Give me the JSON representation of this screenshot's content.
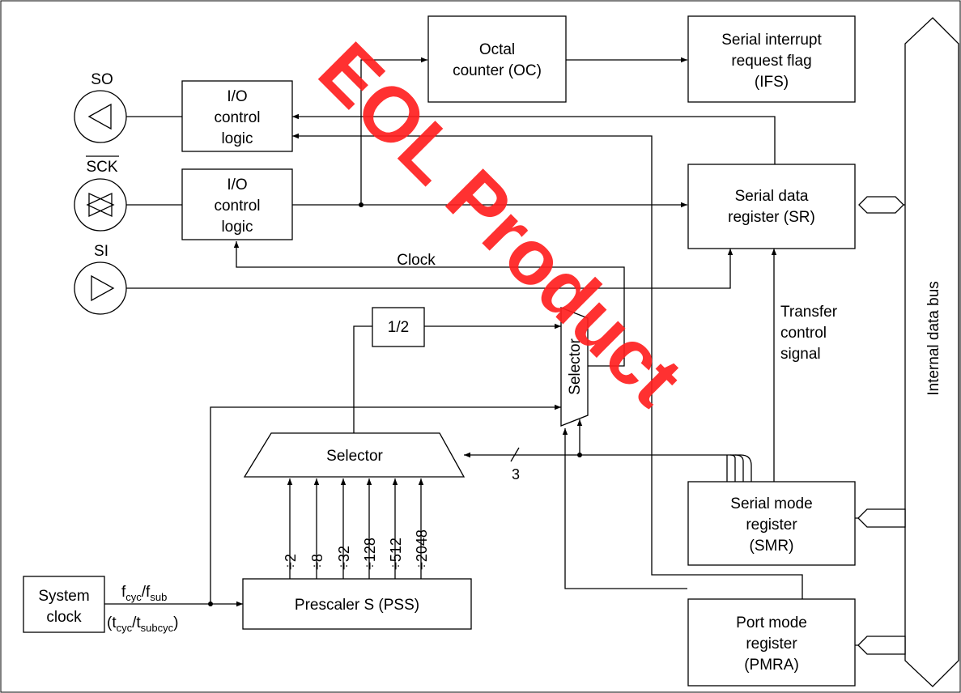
{
  "blocks": {
    "octal_counter": [
      "Octal",
      "counter (OC)"
    ],
    "interrupt_flag": [
      "Serial interrupt",
      "request flag",
      "(IFS)"
    ],
    "io_logic_top": [
      "I/O",
      "control",
      "logic"
    ],
    "io_logic_bottom": [
      "I/O",
      "control",
      "logic"
    ],
    "serial_data_register": [
      "Serial data",
      "register (SR)"
    ],
    "serial_mode_register": [
      "Serial mode",
      "register",
      "(SMR)"
    ],
    "port_mode_register": [
      "Port mode",
      "register",
      "(PMRA)"
    ],
    "system_clock": [
      "System",
      "clock"
    ],
    "prescaler": "Prescaler S (PSS)",
    "divider_half": "1/2",
    "selector_main": "Selector",
    "selector_vertical": "Selector"
  },
  "pins": {
    "so": "SO",
    "sck": "SCK",
    "si": "SI"
  },
  "signals": {
    "clock": "Clock",
    "transfer_control": [
      "Transfer",
      "control",
      "signal"
    ],
    "bus_width": "3",
    "internal_bus": "Internal data bus"
  },
  "divisions": [
    "÷2",
    "÷8",
    "÷32",
    "÷128",
    "÷512",
    "÷2048"
  ],
  "clock_labels": {
    "freq": {
      "base": "f",
      "sub1": "cyc",
      "sep": "/f",
      "sub2": "sub"
    },
    "period": {
      "open": "(t",
      "sub1": "cyc",
      "sep": "/t",
      "sub2": "subcyc",
      "close": ")"
    }
  },
  "watermark": "EOL Product",
  "colors": {
    "watermark": "#ff2020",
    "line": "#000000",
    "background": "#ffffff"
  }
}
